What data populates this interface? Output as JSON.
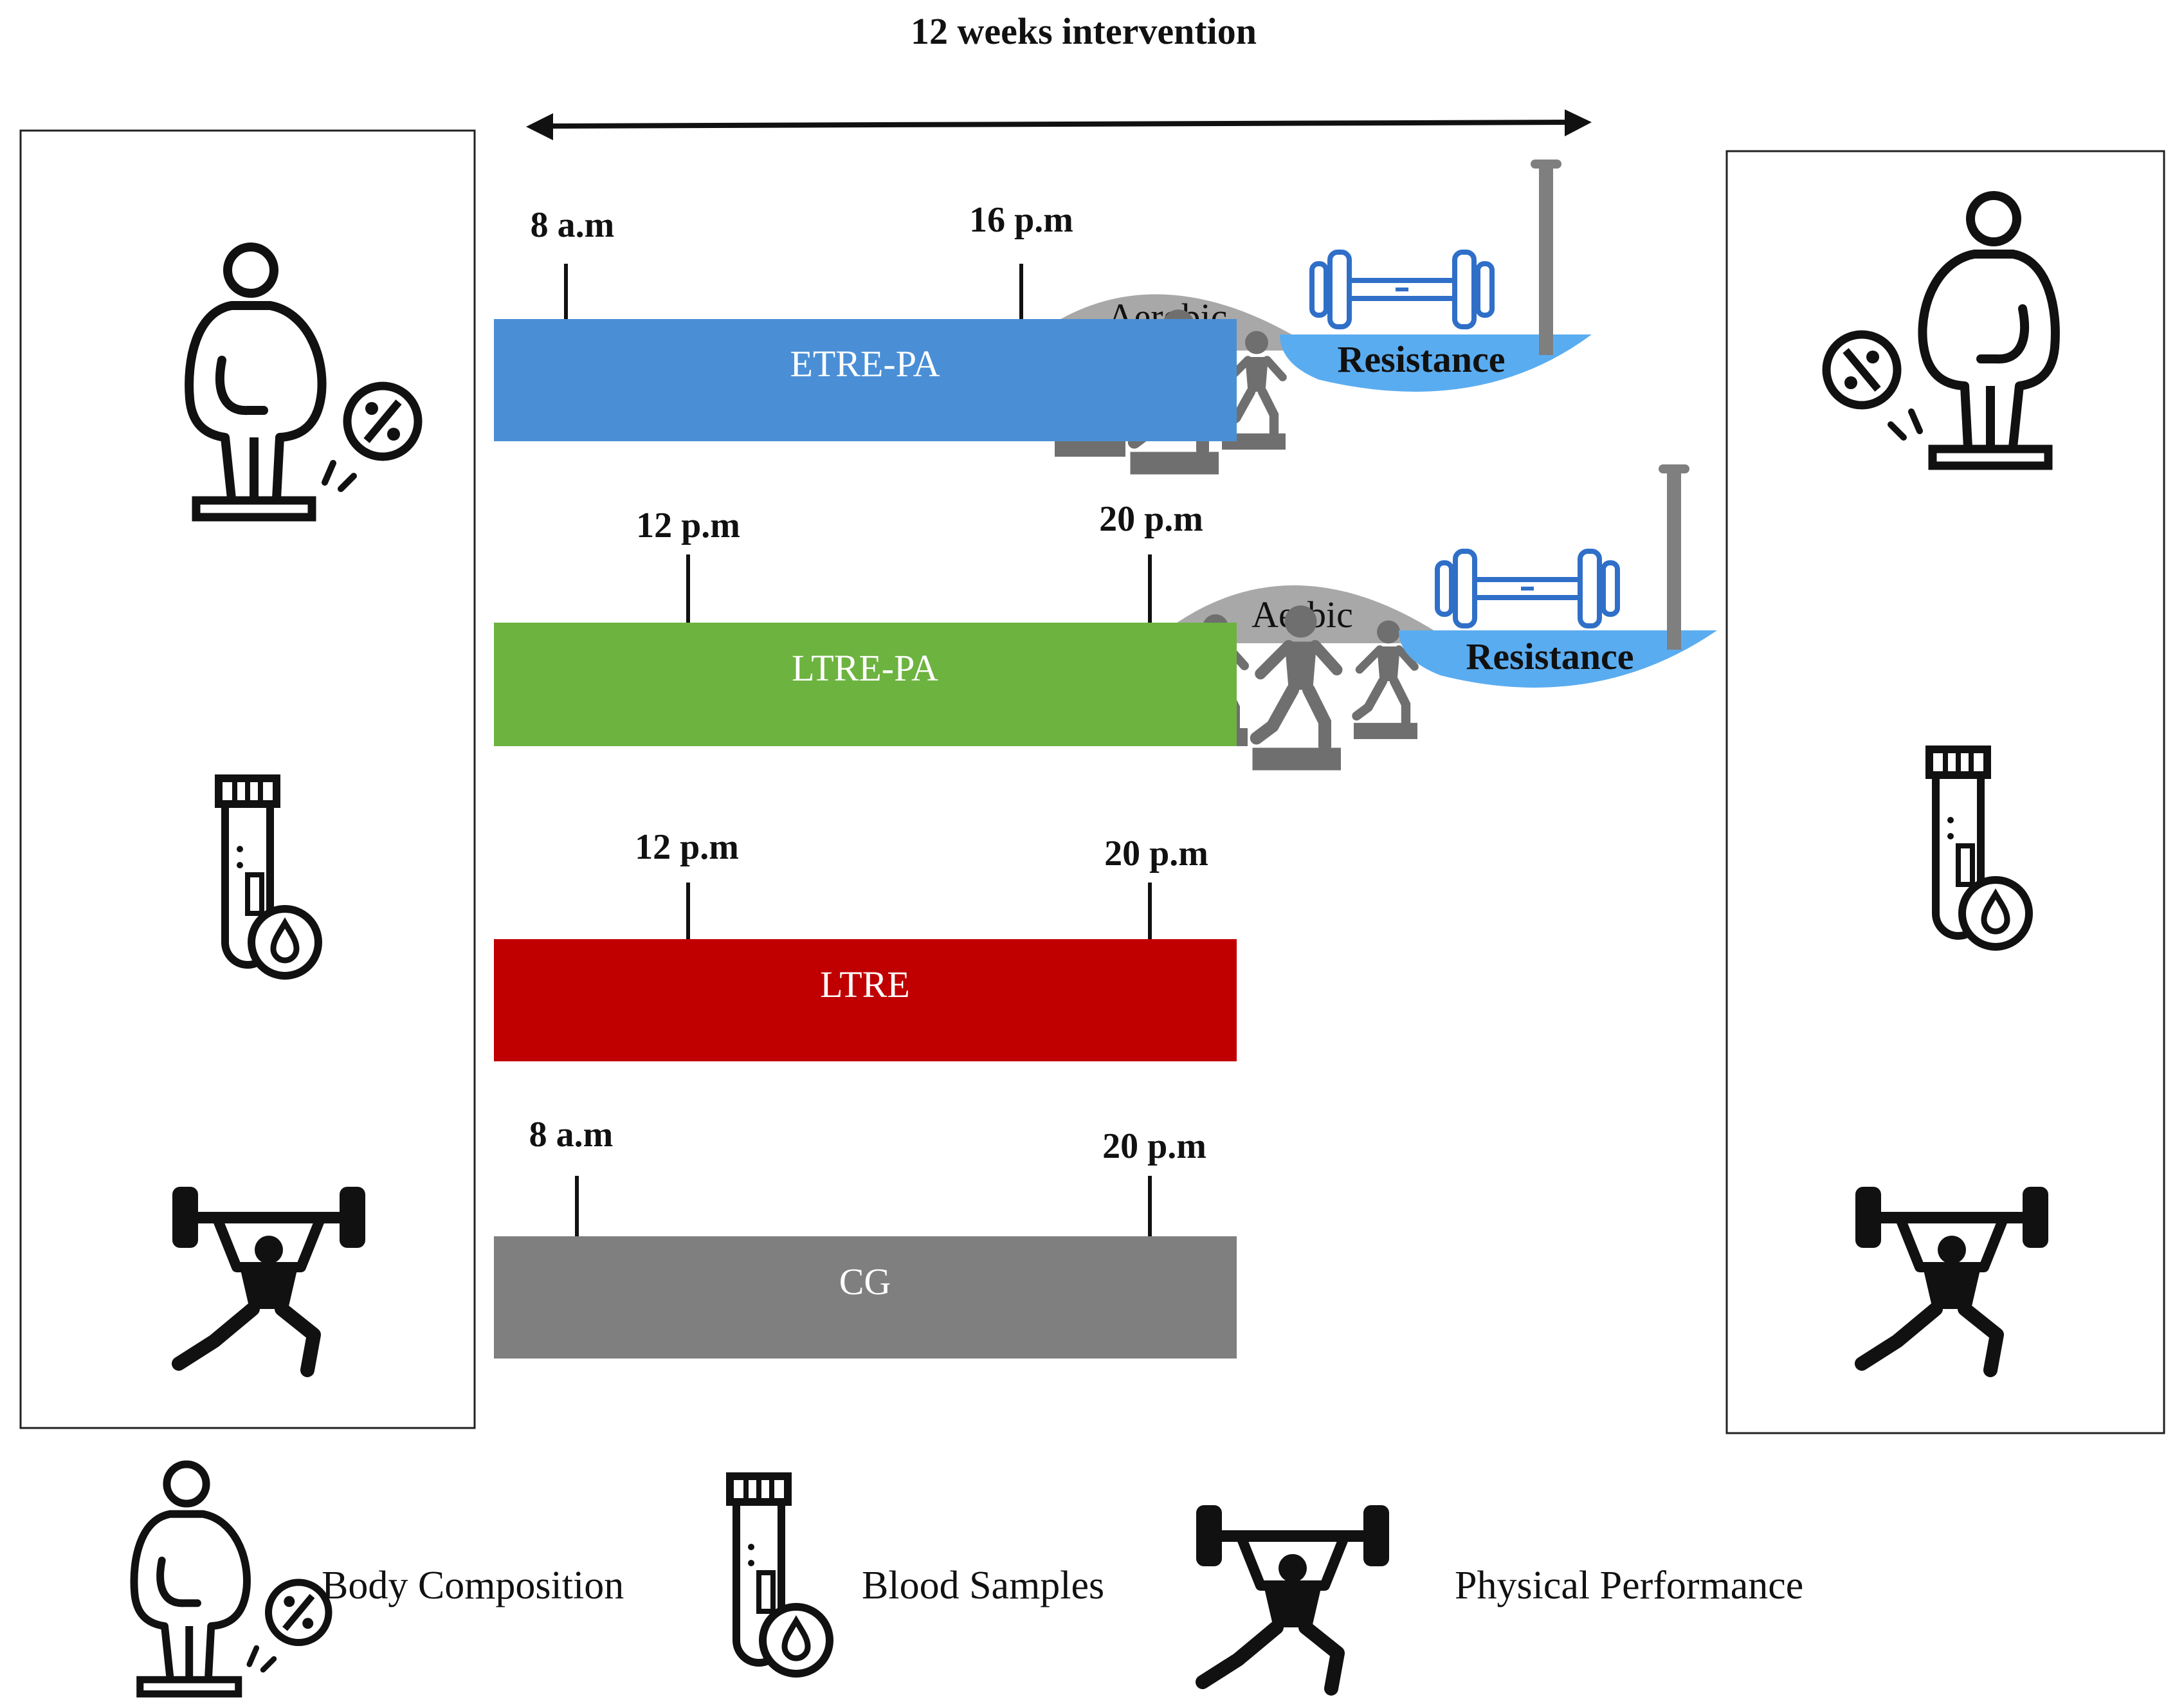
{
  "header": {
    "title": "12 weeks intervention"
  },
  "groups": [
    {
      "id": "etre-pa",
      "label": "ETRE-PA",
      "color": "#4a8fd6",
      "start_time": "8 a.m",
      "end_time": "16 p.m",
      "aerobic_label": "Aerobic",
      "resistance_label": "Resistance"
    },
    {
      "id": "ltre-pa",
      "label": "LTRE-PA",
      "color": "#6db33f",
      "start_time": "12 p.m",
      "end_time": "20 p.m",
      "aerobic_label": "Aerbic",
      "resistance_label": "Resistance"
    },
    {
      "id": "ltre",
      "label": "LTRE",
      "color": "#c00000",
      "start_time": "12 p.m",
      "end_time": "20 p.m"
    },
    {
      "id": "cg",
      "label": "CG",
      "color": "#7f7f7f",
      "start_time": "8 a.m",
      "end_time": "20 p.m"
    }
  ],
  "legend": {
    "body_composition": "Body Composition",
    "blood_samples": "Blood Samples",
    "physical_performance": "Physical Performance"
  },
  "icons": {
    "body": "body-composition-scale-icon",
    "blood": "blood-sample-tube-icon",
    "performance": "weightlifting-icon",
    "dumbbell": "dumbbell-icon",
    "stepper": "step-aerobics-icon"
  },
  "colors": {
    "aerobic_dome": "#a8a8a8",
    "resistance_dome": "#5aacf0",
    "dumbbell": "#2f6fc8"
  }
}
